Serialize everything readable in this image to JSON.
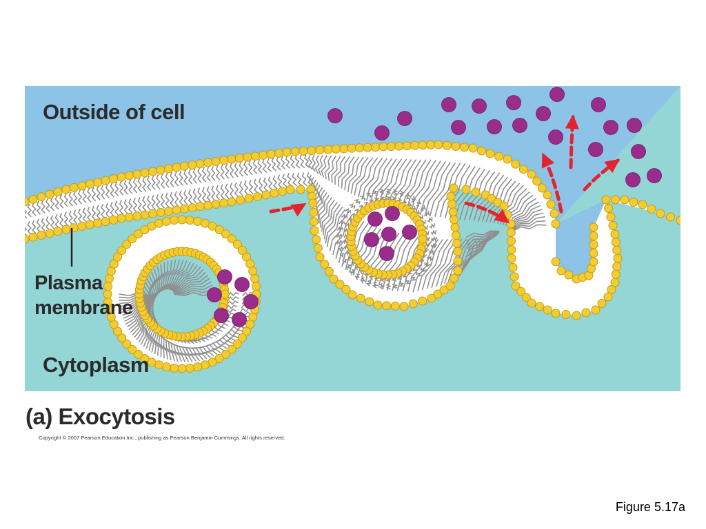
{
  "labels": {
    "outside": "Outside of cell",
    "plasma_line1": "Plasma",
    "plasma_line2": "membrane",
    "cytoplasm": "Cytoplasm"
  },
  "caption": {
    "title": "(a)  Exocytosis",
    "copyright": "Copyright © 2007 Pearson Education Inc., publishing as Pearson Benjamin Cummings. All rights reserved."
  },
  "figure_number": "Figure 5.17a",
  "colors": {
    "outside": "#8cc3e6",
    "cytoplasm": "#94d5d6",
    "phospholipid_head": "#f2cd32",
    "head_outline": "#c99a10",
    "tail": "#8f8f8f",
    "molecule": "#9a2c8c",
    "arrow": "#e3232d",
    "text": "#2b2b2b"
  },
  "icons": {
    "molecule": "purple-sphere",
    "direction": "red-dashed-arrow"
  }
}
